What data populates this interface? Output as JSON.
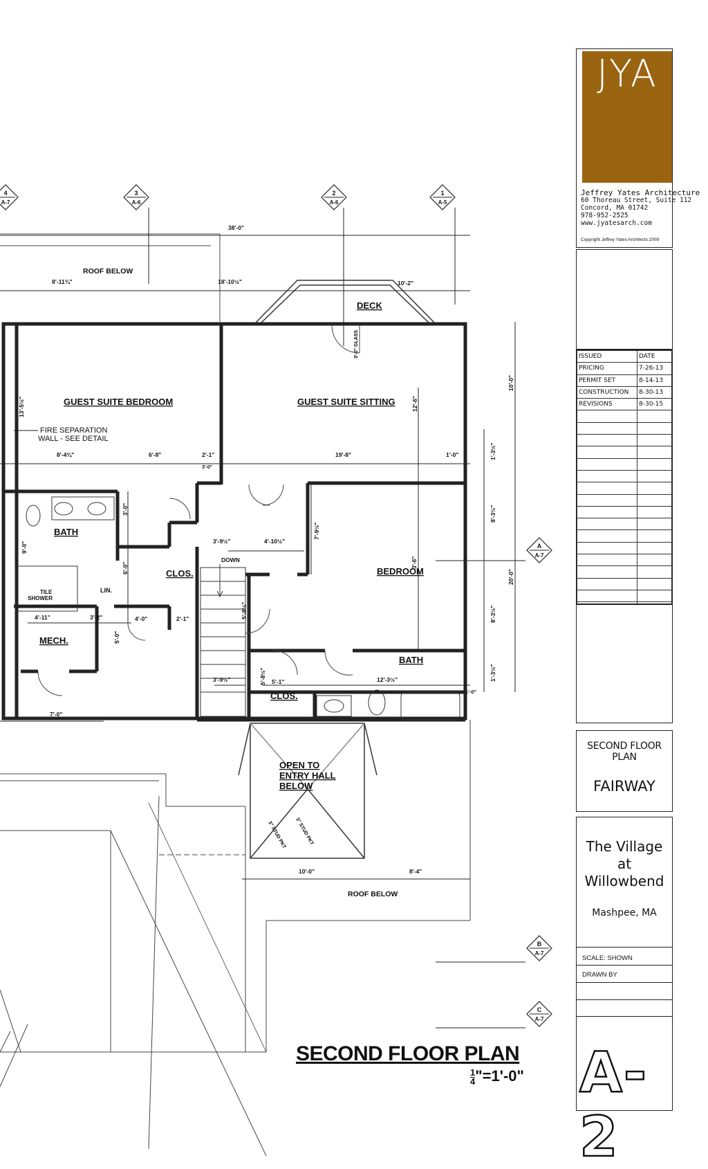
{
  "firm": {
    "logo": "JYA",
    "name": "Jeffrey Yates Architecture",
    "address1": "60 Thoreau Street, Suite 112",
    "address2": "Concord, MA  01742",
    "phone": "978-952-2525",
    "web": "www.jyatesarch.com",
    "copyright": "Copyright  Jeffrey Yates Architects   2009"
  },
  "issues": {
    "header": [
      "ISSUED",
      "DATE"
    ],
    "rows": [
      [
        "PRICING",
        "7-26-13"
      ],
      [
        "PERMIT SET",
        "8-14-13"
      ],
      [
        "CONSTRUCTION",
        "8-30-13"
      ],
      [
        "REVISIONS",
        "8-30-15"
      ]
    ]
  },
  "sheet": {
    "title": "SECOND FLOOR PLAN",
    "model": "FAIRWAY",
    "project_line1": "The Village",
    "project_line2": "at",
    "project_line3": "Willowbend",
    "location": "Mashpee, MA",
    "scale_label": "SCALE:  SHOWN",
    "drawn_by": "DRAWN  BY",
    "number": "A-2"
  },
  "drawing": {
    "title": "SECOND FLOOR  PLAN",
    "scale_num": "1",
    "scale_den": "4",
    "scale_rest": "\"=1'-0\""
  },
  "rooms": {
    "guest_bed": "GUEST SUITE BEDROOM",
    "guest_sit": "GUEST SUITE SITTING",
    "deck": "DECK",
    "roof_below_top": "ROOF BELOW",
    "roof_below_bottom": "ROOF BELOW",
    "bath1": "BATH",
    "bath2": "BATH",
    "bedroom": "BEDROOM",
    "clos1": "CLOS.",
    "clos2": "CLOS.",
    "mech": "MECH.",
    "lin": "LIN.",
    "tile1": "TILE",
    "tile2": "SHOWER",
    "down": "DOWN",
    "open1": "OPEN TO",
    "open2": "ENTRY HALL",
    "open3": "BELOW",
    "fire1": "FIRE SEPARATION",
    "fire2": "WALL - SEE DETAIL",
    "glass": "3'-0\" GLASS",
    "stud1": "3\" STUD PKT",
    "stud2": "3\" STUD PKT"
  },
  "dims": {
    "d38": "38'-0\"",
    "d811": "8'-11¾\"",
    "d1810": "18'-10½\"",
    "d102": "10'-2\"",
    "d68": "6'-8\"",
    "d21": "2'-1\"",
    "d198": "19'-8\"",
    "d10": "1'-0\"",
    "d84": "8'-4¾\"",
    "d30": "3'-0\"",
    "d1000": "10'-0\"",
    "d126": "12'-6\"",
    "d200": "20'-0\"",
    "d1359": "13'-5½\"",
    "d39": "3'-9½\"",
    "d410": "4'-10½\"",
    "d79": "7'-9½\"",
    "d36": "3'-6\"",
    "d83a": "8'-3½\"",
    "d83b": "8'-3½\"",
    "d13a": "1'-3½\"",
    "d13b": "1'-3½\"",
    "d411": "4'-11\"",
    "d32": "3'-2\"",
    "d40": "4'-0\"",
    "d21b": "2'-1\"",
    "d70": "7'-0\"",
    "d1000b": "10'-0\"",
    "d84b": "8'-4\"",
    "d51": "5'-1\"",
    "d123": "12'-3½\"",
    "d10b": "1'-0\"",
    "d39b": "3'-9½\"",
    "d90": "9'-0\"",
    "d30b": "3'-0\"",
    "d60": "6'-0\"",
    "d50": "5'-0\"",
    "d58": "5'-8½\"",
    "d58b": "5'-8½\""
  },
  "markers": [
    {
      "num": "4",
      "sheet": "A-7"
    },
    {
      "num": "3",
      "sheet": "A-6"
    },
    {
      "num": "2",
      "sheet": "A-6"
    },
    {
      "num": "1",
      "sheet": "A-5"
    },
    {
      "num": "A",
      "sheet": "A-7"
    },
    {
      "num": "B",
      "sheet": "A-7"
    },
    {
      "num": "C",
      "sheet": "A-7"
    }
  ]
}
